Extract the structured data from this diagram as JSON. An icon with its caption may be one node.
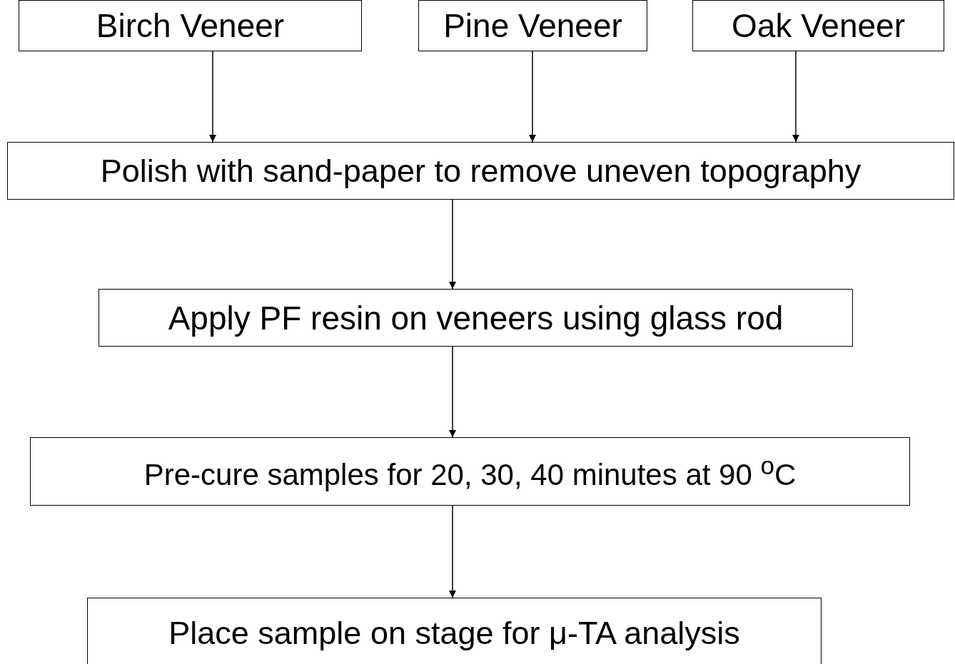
{
  "diagram": {
    "nodes": [
      {
        "text": [
          "Birch Veneer"
        ]
      },
      {
        "text": [
          "Pine Veneer"
        ]
      },
      {
        "text": [
          "Oak Veneer"
        ]
      },
      {
        "text": [
          "Polish with sand-paper to remove uneven topography"
        ]
      },
      {
        "text": [
          "Apply PF resin on veneers using glass rod"
        ]
      },
      {
        "text": [
          "Pre-cure samples for 20, 30, 40 minutes at 90 $^{o}$C"
        ]
      },
      {
        "text": [
          "Place sample on stage for μ-TA analysis"
        ]
      }
    ],
    "edges": [
      {
        "from": 0,
        "to": 3,
        "arrow": "to"
      },
      {
        "from": 1,
        "to": 3,
        "arrow": "to"
      },
      {
        "from": 2,
        "to": 3,
        "arrow": "to"
      },
      {
        "from": 3,
        "to": 4,
        "arrow": "to"
      },
      {
        "from": 4,
        "to": 5,
        "arrow": "to"
      },
      {
        "from": 5,
        "to": 6,
        "arrow": "to"
      }
    ]
  }
}
